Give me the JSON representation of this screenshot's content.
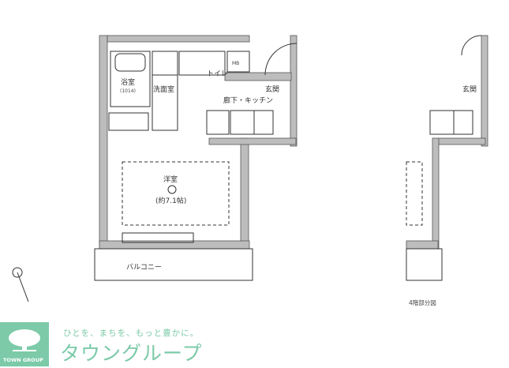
{
  "plan": {
    "rooms": {
      "bath": "浴室",
      "bath_size": "(1014)",
      "washroom": "洗面室",
      "toilet": "トイレ",
      "mb": "MB",
      "entrance": "玄関",
      "corridor_kitchen": "廊下・キッチン",
      "western_room": "洋室",
      "western_room_size": "(約7.1帖)",
      "balcony": "バルコニー"
    },
    "partial_plan": {
      "entrance": "玄関",
      "caption": "4階部分図"
    }
  },
  "brand": {
    "logo_text": "TOWN GROUP",
    "tagline": "ひとを、まちを、もっと豊かに。",
    "name": "タウングループ",
    "color": "#7ccaa8"
  }
}
